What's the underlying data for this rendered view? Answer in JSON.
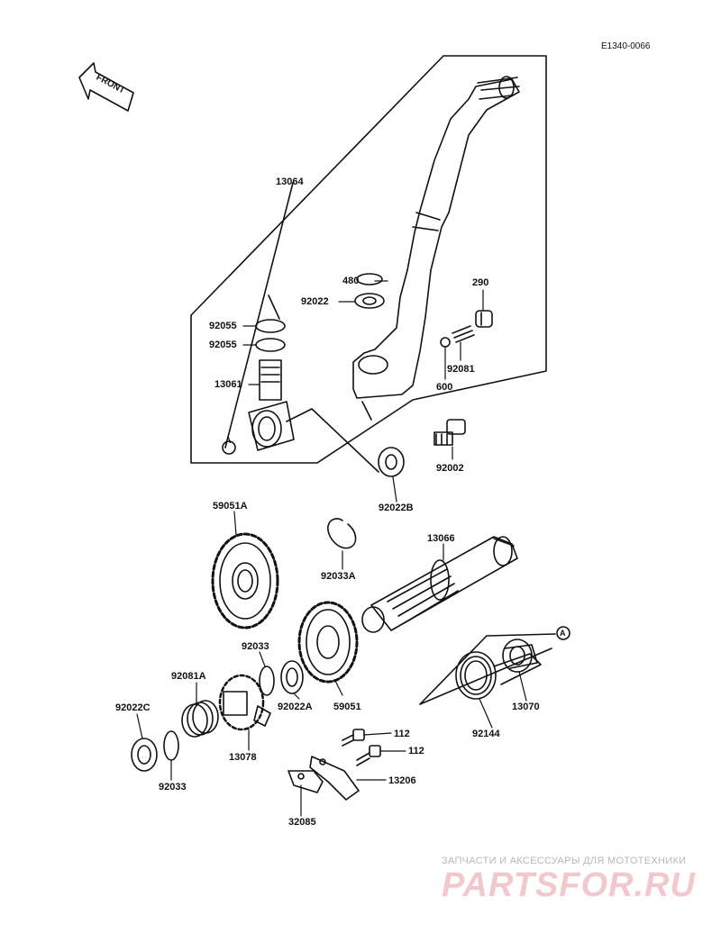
{
  "diagram_code": "E1340-0066",
  "front_label": "FRONT",
  "ref_marker": "A",
  "watermark": {
    "tagline": "ЗАПЧАСТИ И АКСЕССУАРЫ ДЛЯ МОТОТЕХНИКИ",
    "brand": "PARTSFOR.RU"
  },
  "part_labels": {
    "p13064": "13064",
    "p480": "480",
    "p92022": "92022",
    "p290": "290",
    "p92055_1": "92055",
    "p92055_2": "92055",
    "p92081": "92081",
    "p13061": "13061",
    "p600": "600",
    "p92002": "92002",
    "p92022B": "92022B",
    "p59051A": "59051A",
    "p92033A": "92033A",
    "p13066": "13066",
    "p92033_top": "92033",
    "p92081A": "92081A",
    "p92022C": "92022C",
    "p92022A": "92022A",
    "p59051": "59051",
    "p92144": "92144",
    "p13070": "13070",
    "p13078": "13078",
    "p92033_bottom": "92033",
    "p112_1": "112",
    "p112_2": "112",
    "p13206": "13206",
    "p32085": "32085"
  },
  "colors": {
    "ink": "#111111",
    "watermark_red": "#f1c9cc",
    "watermark_grey": "#b8b8b8"
  }
}
